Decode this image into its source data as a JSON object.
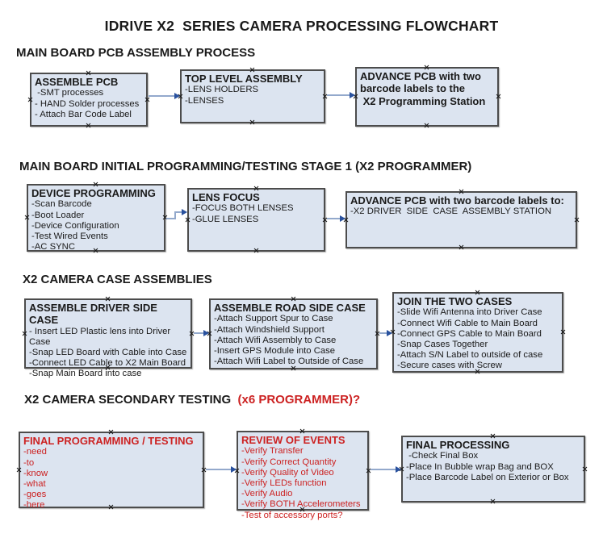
{
  "title": "IDRIVE X2  SERIES CAMERA PROCESSING FLOWCHART",
  "colors": {
    "text_black": "#1a1a1a",
    "box_fill": "#dce4f0",
    "box_border": "#4c4c4c",
    "connector_line": "#93a9cc",
    "connector_arrow": "#29519e",
    "alert_red": "#cc2222"
  },
  "sections": [
    {
      "heading": "MAIN BOARD PCB ASSEMBLY PROCESS",
      "boxes": [
        {
          "header": "ASSEMBLE PCB",
          "items": [
            " -SMT processes",
            "- HAND Solder processes",
            "- Attach Bar Code Label"
          ]
        },
        {
          "header": "TOP LEVEL ASSEMBLY",
          "items": [
            "-LENS HOLDERS",
            "-LENSES"
          ]
        },
        {
          "header": "ADVANCE PCB with two\nbarcode labels to the\n X2 Programming Station",
          "items": []
        }
      ]
    },
    {
      "heading": "MAIN BOARD INITIAL PROGRAMMING/TESTING STAGE 1 (X2 PROGRAMMER)",
      "boxes": [
        {
          "header": "DEVICE PROGRAMMING",
          "items": [
            "-Scan Barcode",
            "-Boot Loader",
            "-Device Configuration",
            "-Test Wired Events",
            "-AC SYNC"
          ]
        },
        {
          "header": "LENS FOCUS",
          "items": [
            "-FOCUS BOTH LENSES",
            "-GLUE LENSES"
          ]
        },
        {
          "header": "ADVANCE PCB with two barcode labels to:",
          "items": [
            "-X2 DRIVER  SIDE  CASE  ASSEMBLY STATION"
          ]
        }
      ]
    },
    {
      "heading": "X2 CAMERA CASE ASSEMBLIES",
      "boxes": [
        {
          "header": "ASSEMBLE DRIVER SIDE CASE",
          "items": [
            "- Insert LED Plastic lens into Driver Case",
            "-Snap LED Board with Cable into Case",
            "-Connect LED Cable to X2 Main Board",
            "-Snap Main Board into case"
          ]
        },
        {
          "header": "ASSEMBLE ROAD SIDE CASE",
          "items": [
            "-Attach Support Spur to Case",
            "-Attach Windshield Support",
            "-Attach Wifi Assembly to Case",
            "-Insert GPS Module into Case",
            "-Attach Wifi Label to Outside of Case"
          ]
        },
        {
          "header": "JOIN THE TWO CASES",
          "items": [
            "-Slide Wifi Antenna into Driver Case",
            "-Connect Wifi Cable to Main Board",
            "-Connect GPS Cable to Main Board",
            "-Snap Cases Together",
            "-Attach S/N Label to outside of case",
            "-Secure cases with Screw"
          ]
        }
      ]
    },
    {
      "heading": "X2 CAMERA SECONDARY TESTING  ",
      "heading_accent": "(x6 PROGRAMMER)?",
      "boxes": [
        {
          "header": "FINAL PROGRAMMING / TESTING",
          "items": [
            "-need",
            "-to",
            "-know",
            "-what",
            "-goes",
            "-here"
          ]
        },
        {
          "header": "REVIEW OF EVENTS",
          "items": [
            "-Verify Transfer",
            "-Verify Correct Quantity",
            "-Verify Quality of Video",
            "-Verify LEDs function",
            "-Verify Audio",
            "-Verify BOTH Accelerometers",
            "-Test of accessory ports?"
          ]
        },
        {
          "header": "FINAL PROCESSING",
          "items": [
            " -Check Final Box",
            "-Place In Bubble wrap Bag and BOX",
            "-Place Barcode Label on Exterior or Box"
          ]
        }
      ]
    }
  ]
}
